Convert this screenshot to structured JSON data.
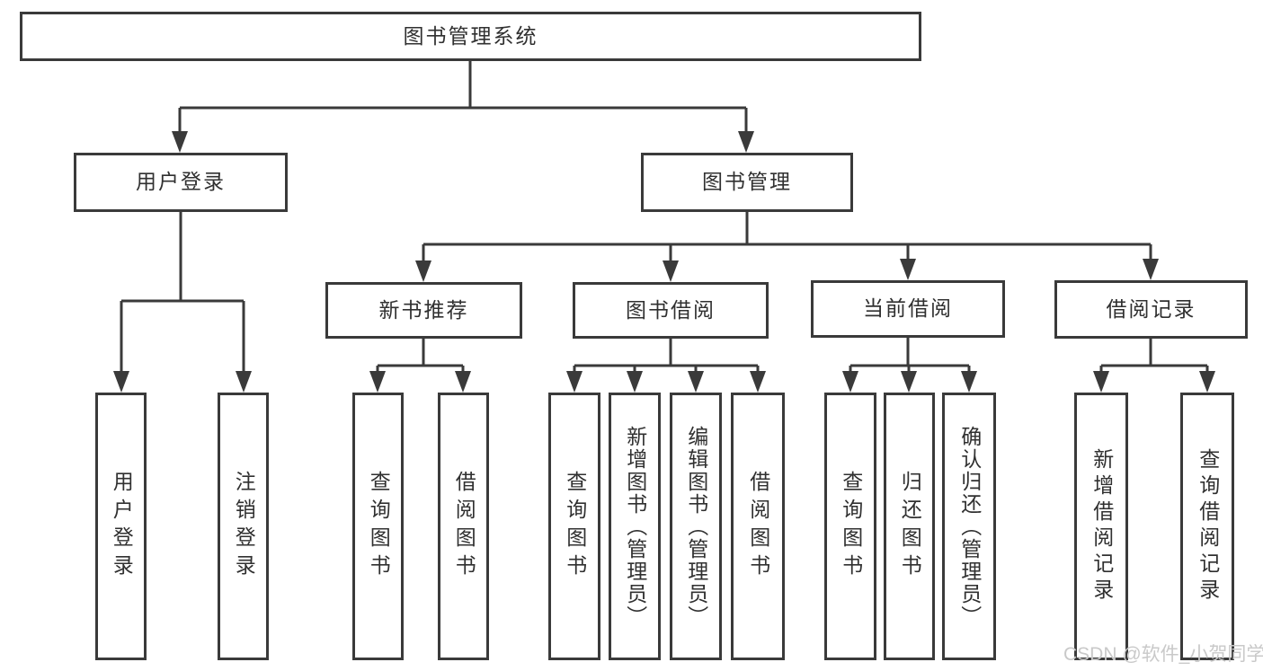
{
  "diagram_type": "hierarchy-tree",
  "tree": {
    "label": "图书管理系统",
    "children": [
      {
        "label": "用户登录",
        "children": [
          {
            "label": "用户登录"
          },
          {
            "label": "注销登录"
          }
        ]
      },
      {
        "label": "图书管理",
        "children": [
          {
            "label": "新书推荐",
            "children": [
              {
                "label": "查询图书"
              },
              {
                "label": "借阅图书"
              }
            ]
          },
          {
            "label": "图书借阅",
            "children": [
              {
                "label": "查询图书"
              },
              {
                "label": "新增图书（管理员）"
              },
              {
                "label": "编辑图书（管理员）"
              },
              {
                "label": "借阅图书"
              }
            ]
          },
          {
            "label": "当前借阅",
            "children": [
              {
                "label": "查询图书"
              },
              {
                "label": "归还图书"
              },
              {
                "label": "确认归还（管理员）"
              }
            ]
          },
          {
            "label": "借阅记录",
            "children": [
              {
                "label": "新增借阅记录"
              },
              {
                "label": "查询借阅记录"
              }
            ]
          }
        ]
      }
    ]
  },
  "watermark": {
    "text": "CSDN @软件_小贺同学"
  },
  "colors": {
    "line": "#3a3a3a",
    "text": "#303030",
    "background": "#ffffff",
    "watermark": "#c9c9c9"
  }
}
